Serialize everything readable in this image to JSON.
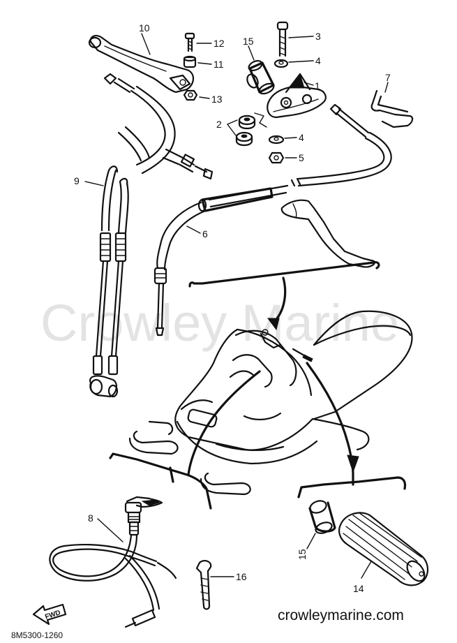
{
  "watermark": "Crowley Marine",
  "footer_url": "crowleymarine.com",
  "drawing_code": "8M5300-1260",
  "fwd_label": "FWD",
  "callouts": {
    "c1": "1",
    "c2": "2",
    "c3": "3",
    "c4a": "4",
    "c4b": "4",
    "c5": "5",
    "c6": "6",
    "c7": "7",
    "c8": "8",
    "c9": "9",
    "c10": "10",
    "c11": "11",
    "c12": "12",
    "c13": "13",
    "c14": "14",
    "c15a": "15",
    "c15b": "15",
    "c16": "16"
  }
}
